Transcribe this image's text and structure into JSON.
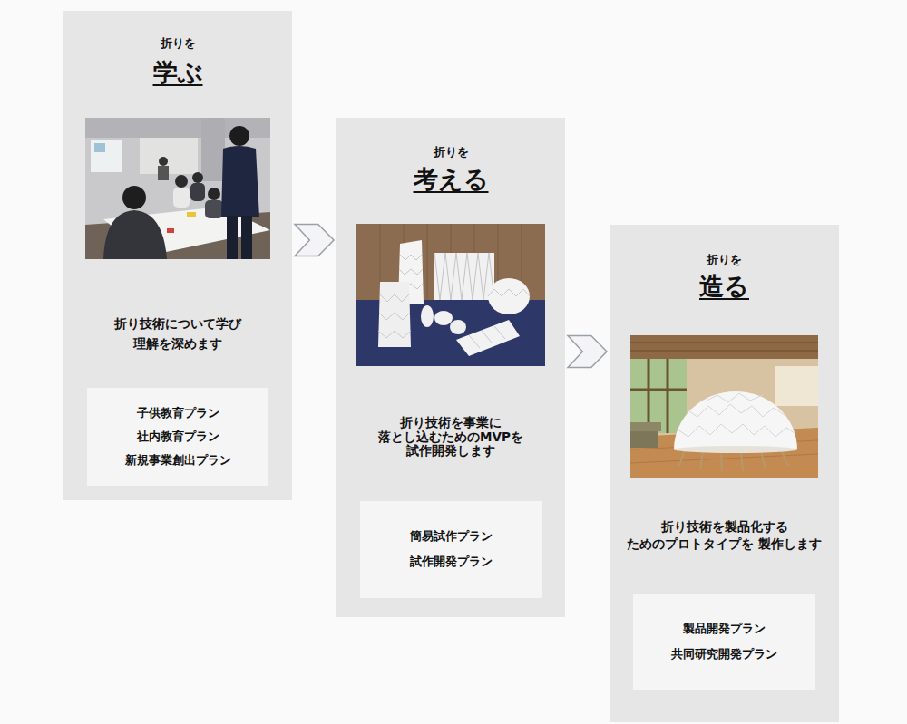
{
  "diagram": {
    "nodes": [
      {
        "text": [
          "折りを",
          "学ぶ",
          "折り技術について学び 理解を深めます"
        ]
      },
      {
        "text": [
          "子供教育プラン",
          "社内教育プラン",
          "新規事業創出プラン"
        ],
        "in": 0
      },
      {
        "text": [
          "折りを",
          "考える",
          "折り技術を事業に 落とし込むためのMVPを 試作開発します"
        ]
      },
      {
        "text": [
          "簡易試作プラン",
          "試作開発プラン"
        ],
        "in": 2
      },
      {
        "text": [
          "折りを",
          "造る",
          "折り技術を製品化する ためのプロトタイプを 製作します"
        ]
      },
      {
        "text": [
          "製品開発プラン",
          "共同研究開発プラン"
        ],
        "in": 4
      }
    ],
    "edges": [
      {
        "from": 0,
        "to": 2,
        "arrow": "to"
      },
      {
        "from": 2,
        "to": 4,
        "arrow": "to"
      }
    ]
  }
}
